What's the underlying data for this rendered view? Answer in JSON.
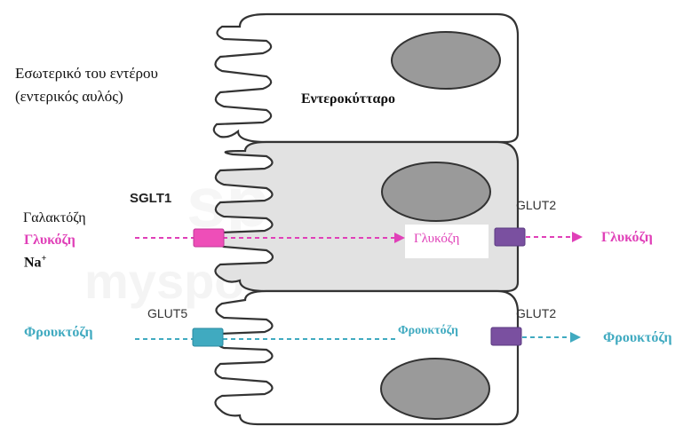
{
  "labels": {
    "lumen_line1": "Εσωτερικό του εντέρου",
    "lumen_line2": "(εντερικός αυλός)",
    "enterocyte": "Εντεροκύτταρο",
    "sglt1": "SGLT1",
    "galactose": "Γαλακτόζη",
    "glucose_left": "Γλυκόζη",
    "sodium": "Na",
    "sodium_charge": "+",
    "glucose_inside": "Γλυκόζη",
    "glut2_top": "GLUT2",
    "glucose_right": "Γλυκόζη",
    "glut5": "GLUT5",
    "fructose_left": "Φρουκτόζη",
    "fructose_inside": "Φρουκτόζη",
    "glut2_bottom": "GLUT2",
    "fructose_right": "Φρουκτόζη",
    "watermark": "mysportscience"
  },
  "colors": {
    "glucose": "#e040b8",
    "fructose": "#40aac0",
    "glut2": "#7a50a0",
    "cell_fill_active": "#e2e2e2",
    "nucleus": "#9a9a9a"
  }
}
